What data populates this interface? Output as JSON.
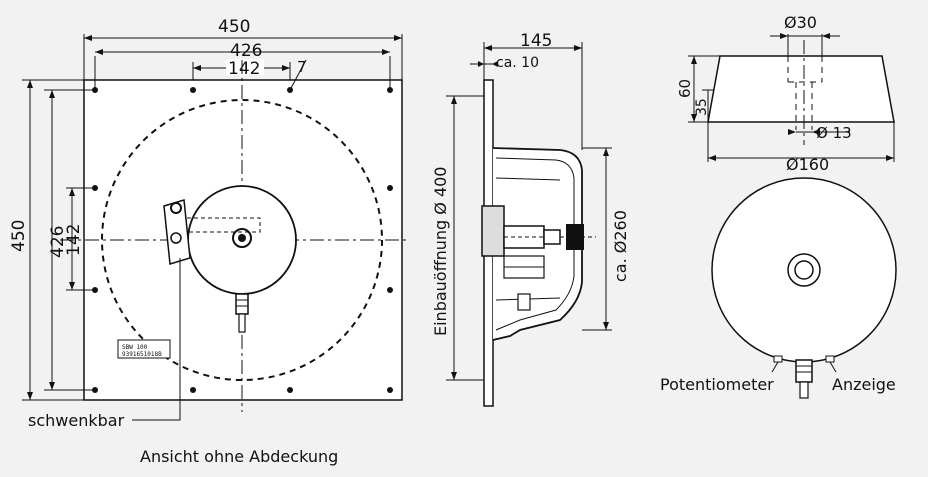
{
  "front_view": {
    "dim_width_outer": "450",
    "dim_width_holes": "426",
    "dim_width_inner": "142",
    "dim_angle": "7",
    "dim_height_outer": "450",
    "dim_height_holes": "426",
    "dim_height_inner": "142",
    "nameplate_line1": "SBW 100",
    "nameplate_line2": "9391651018B",
    "label_pivot": "schwenkbar",
    "caption": "Ansicht ohne Abdeckung"
  },
  "side_view": {
    "dim_depth": "145",
    "dim_plate": "ca. 10",
    "dim_opening": "Einbauöffnung Ø 400",
    "dim_housing": "ca. Ø260"
  },
  "cover_view": {
    "dim_top_bore": "Ø30",
    "dim_height": "60",
    "dim_step": "35",
    "dim_shaft": "Ø 13",
    "dim_diameter": "Ø160",
    "label_left": "Potentiometer",
    "label_right": "Anzeige"
  },
  "colors": {
    "background": "#f2f2f2",
    "panel": "#ffffff",
    "ink": "#111111"
  }
}
